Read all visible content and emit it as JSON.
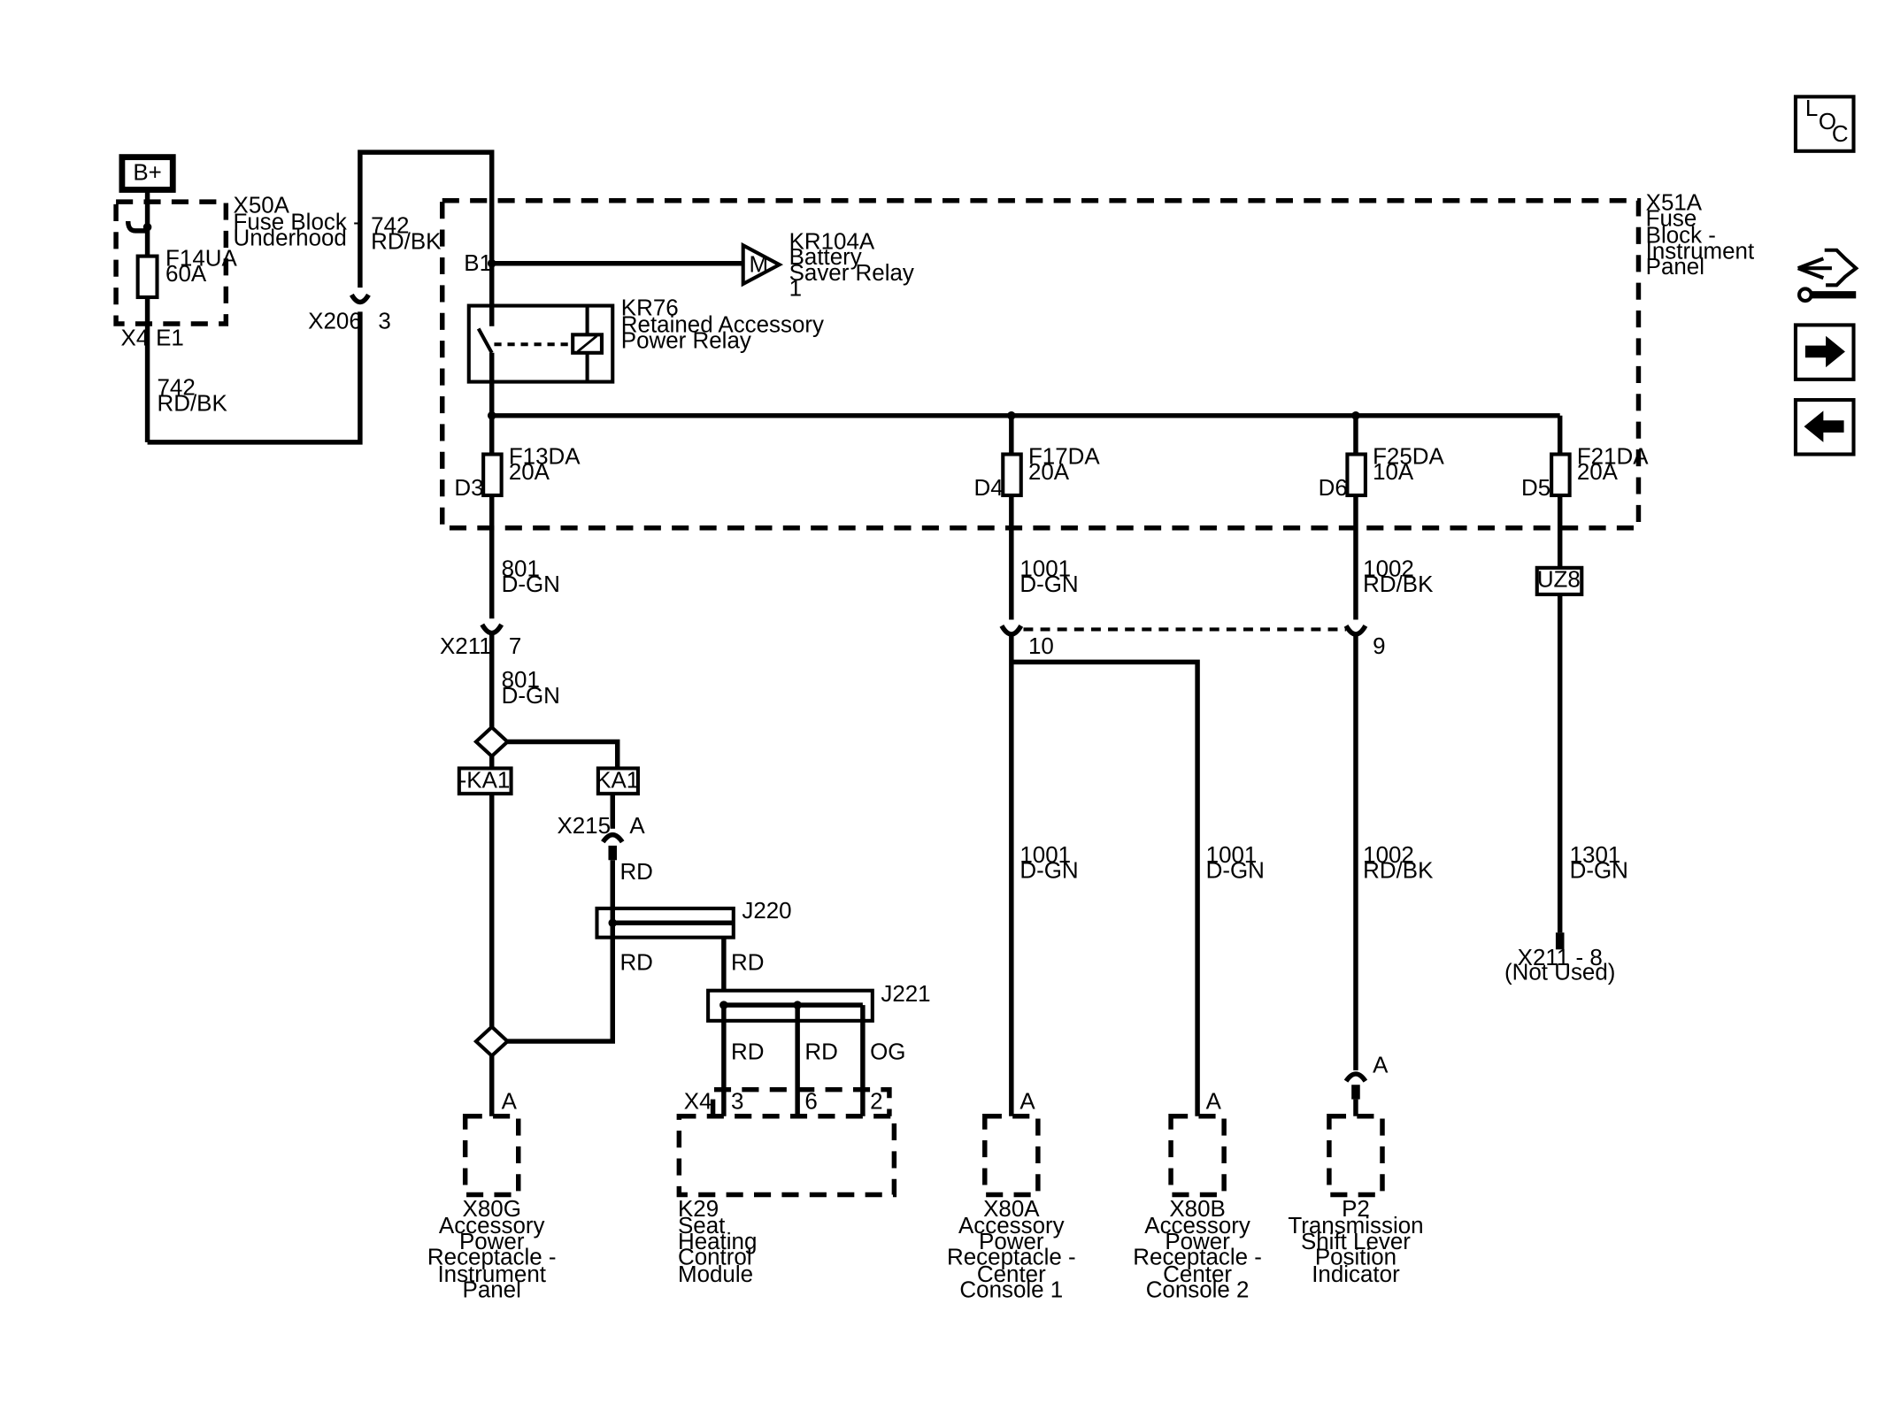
{
  "power": {
    "bplus": "B+"
  },
  "x50a": {
    "id": "X50A",
    "l1": "Fuse Block -",
    "l2": "Underhood",
    "fuse": "F14UA",
    "rating": "60A",
    "conn": "X4",
    "pin": "E1"
  },
  "wire742": {
    "circuit": "742",
    "color": "RD/BK"
  },
  "x206": {
    "id": "X206",
    "pin": "3"
  },
  "x51a": {
    "id": "X51A",
    "l1": "Fuse",
    "l2": "Block -",
    "l3": "Instrument",
    "l4": "Panel",
    "b1": "B1"
  },
  "kr104a": {
    "id": "KR104A",
    "l1": "Battery",
    "l2": "Saver Relay",
    "l3": "1",
    "motor": "M"
  },
  "kr76": {
    "id": "KR76",
    "l1": "Retained Accessory",
    "l2": "Power Relay"
  },
  "fuses": [
    {
      "name": "F13DA",
      "rating": "20A",
      "pin": "D3"
    },
    {
      "name": "F17DA",
      "rating": "20A",
      "pin": "D4"
    },
    {
      "name": "F25DA",
      "rating": "10A",
      "pin": "D6"
    },
    {
      "name": "F21DA",
      "rating": "20A",
      "pin": "D5"
    }
  ],
  "wires": {
    "c801": {
      "circuit": "801",
      "color": "D-GN"
    },
    "c1001": {
      "circuit": "1001",
      "color": "D-GN"
    },
    "c1002": {
      "circuit": "1002",
      "color": "RD/BK"
    },
    "c1301": {
      "circuit": "1301",
      "color": "D-GN"
    },
    "rd": "RD",
    "og": "OG"
  },
  "uz8": "UZ8",
  "x211": {
    "id": "X211",
    "pin7": "7",
    "pin10": "10",
    "pin9": "9",
    "notused_ref": "X211 - 8",
    "notused": "(Not Used)"
  },
  "options": {
    "neg": "-KA1",
    "pos": "KA1"
  },
  "x215": {
    "id": "X215",
    "pin": "A"
  },
  "splices": {
    "j220": "J220",
    "j221": "J221"
  },
  "k29": {
    "conn": "X4",
    "p3": "3",
    "p6": "6",
    "p2": "2",
    "l1": "K29",
    "l2": "Seat",
    "l3": "Heating",
    "l4": "Control",
    "l5": "Module"
  },
  "pinA": "A",
  "x80g": [
    "X80G",
    "Accessory",
    "Power",
    "Receptacle -",
    "Instrument",
    "Panel"
  ],
  "x80a": [
    "X80A",
    "Accessory",
    "Power",
    "Receptacle -",
    "Center",
    "Console 1"
  ],
  "x80b": [
    "X80B",
    "Accessory",
    "Power",
    "Receptacle -",
    "Center",
    "Console 2"
  ],
  "p2": [
    "P2",
    "Transmission",
    "Shift Lever",
    "Position",
    "Indicator"
  ],
  "nav": {
    "loc_l": "L",
    "loc_o": "O",
    "loc_c": "C"
  },
  "icons": [
    "loc-icon",
    "connector-tool-icon",
    "arrow-right-icon",
    "arrow-left-icon"
  ]
}
